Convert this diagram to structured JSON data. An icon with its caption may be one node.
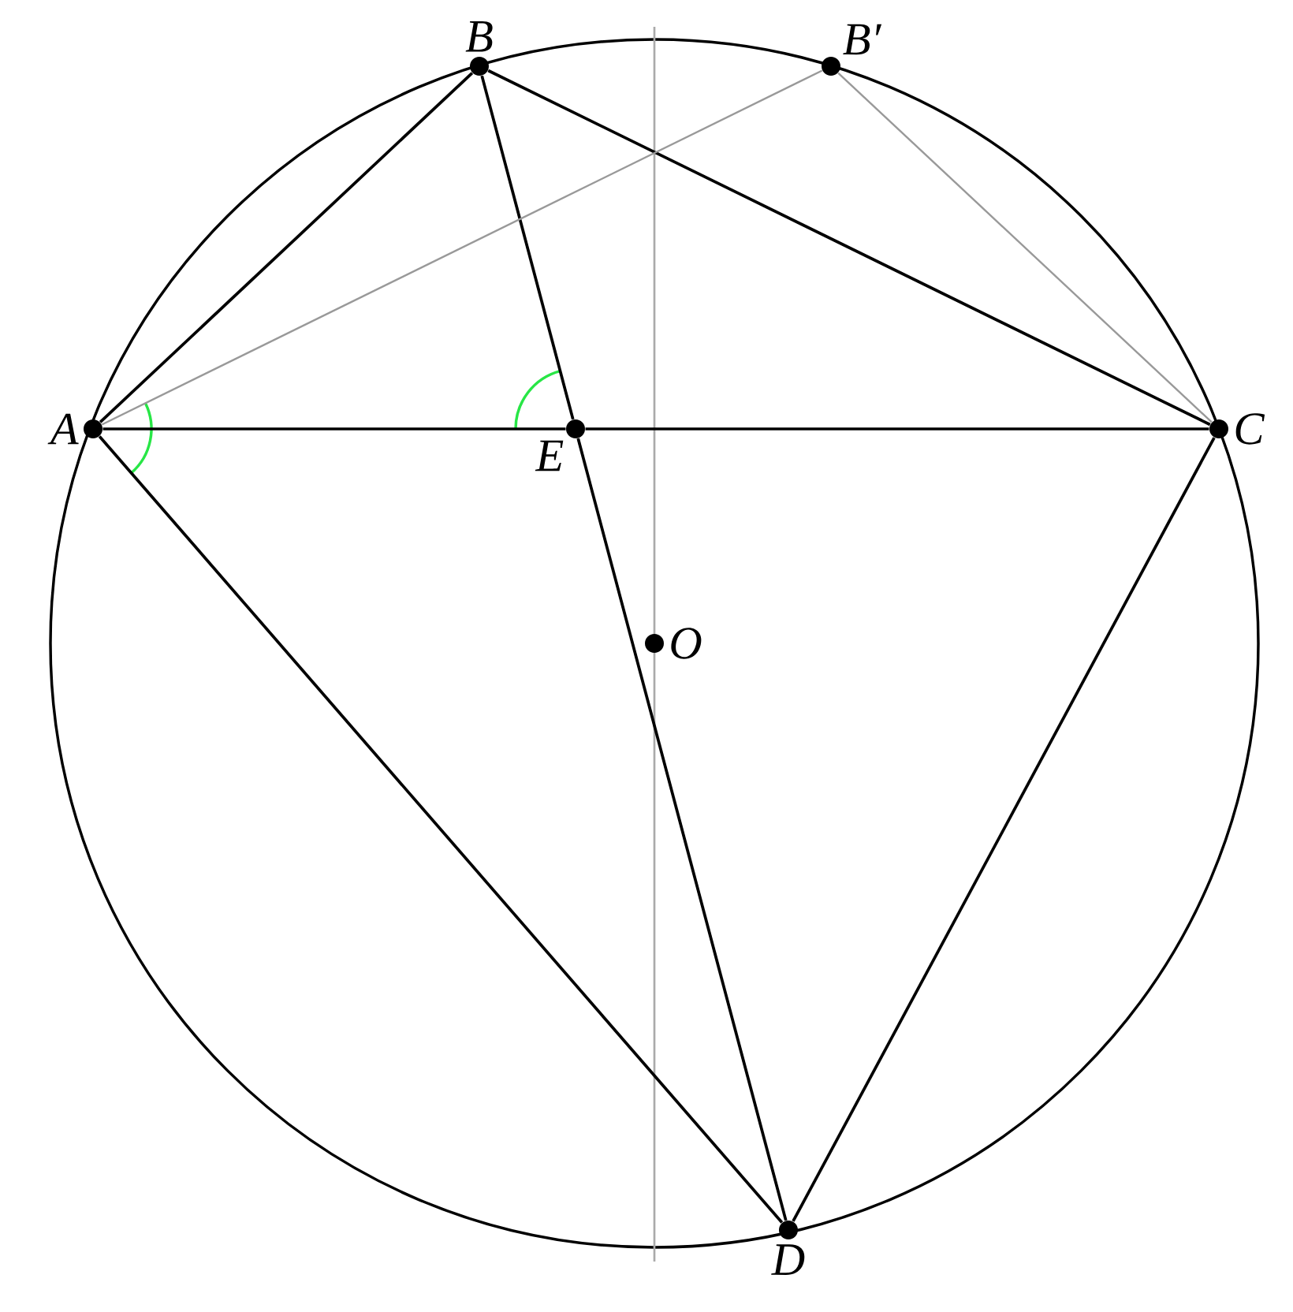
{
  "diagram": {
    "nodes": [
      {
        "text": [
          "A"
        ]
      },
      {
        "text": [
          "B"
        ]
      },
      {
        "text": [
          "B′"
        ]
      },
      {
        "text": [
          "C"
        ]
      },
      {
        "text": [
          "D"
        ]
      },
      {
        "text": [
          "E"
        ]
      },
      {
        "text": [
          "O"
        ]
      }
    ],
    "edges": [
      {
        "from": 0,
        "to": 1,
        "arrow": "none"
      },
      {
        "from": 1,
        "to": 3,
        "arrow": "none"
      },
      {
        "from": 0,
        "to": 5,
        "arrow": "none"
      },
      {
        "from": 5,
        "to": 3,
        "arrow": "none"
      },
      {
        "from": 1,
        "to": 5,
        "arrow": "none"
      },
      {
        "from": 5,
        "to": 4,
        "arrow": "none"
      },
      {
        "from": 0,
        "to": 4,
        "arrow": "none"
      },
      {
        "from": 3,
        "to": 4,
        "arrow": "none"
      },
      {
        "from": 0,
        "to": 2,
        "arrow": "none",
        "color": "#999999"
      },
      {
        "from": 2,
        "to": 3,
        "arrow": "none",
        "color": "#999999"
      }
    ]
  }
}
